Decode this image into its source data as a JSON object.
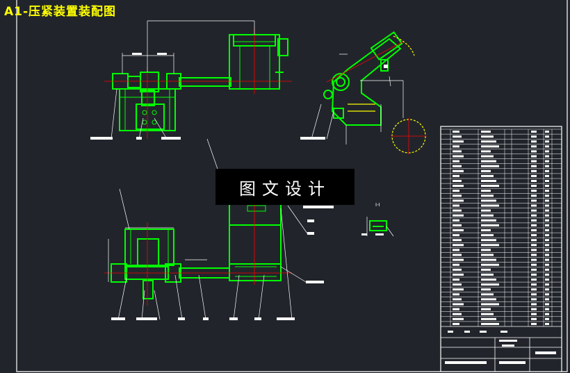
{
  "drawing": {
    "title": "A1-压紧装置装配图",
    "watermark": "图文设计",
    "section_label": "I-I",
    "colors": {
      "background": "#21252b",
      "frame": "#ffffff",
      "part_outline": "#00ff00",
      "dimension": "#ffffff",
      "center_line": "#ff0000",
      "hidden_detail": "#ffff00",
      "title_text": "#ffff00"
    }
  }
}
